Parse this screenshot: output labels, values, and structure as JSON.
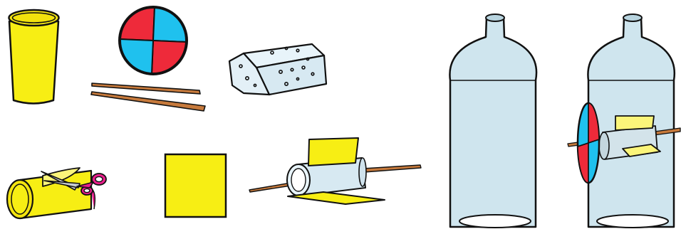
{
  "colors": {
    "outline": "#111111",
    "yellow": "#f7ee14",
    "yellow_light": "#fbf57a",
    "red": "#ee2a3a",
    "blue": "#1fc1ee",
    "stick": "#c77a3c",
    "foam": "#dcecf4",
    "bottle": "#cfe5ee",
    "bottle_dark": "#b8d4df",
    "scissors": "#e91e8c"
  },
  "items": [
    {
      "name": "paper-cup",
      "kind": "cup",
      "color": "yellow"
    },
    {
      "name": "color-wheel-disc",
      "kind": "disc",
      "colors": [
        "red",
        "blue"
      ]
    },
    {
      "name": "wooden-skewer-sticks",
      "kind": "sticks",
      "count": 2
    },
    {
      "name": "foam-block",
      "kind": "foam"
    },
    {
      "name": "cut-paper-tube-with-scissors",
      "kind": "tube-and-scissors"
    },
    {
      "name": "yellow-paper-square",
      "kind": "paper"
    },
    {
      "name": "assembled-rotor",
      "kind": "rotor"
    },
    {
      "name": "empty-glass-bottle",
      "kind": "bottle"
    },
    {
      "name": "bottle-with-rotor-inserted",
      "kind": "bottle-with-rotor"
    }
  ]
}
